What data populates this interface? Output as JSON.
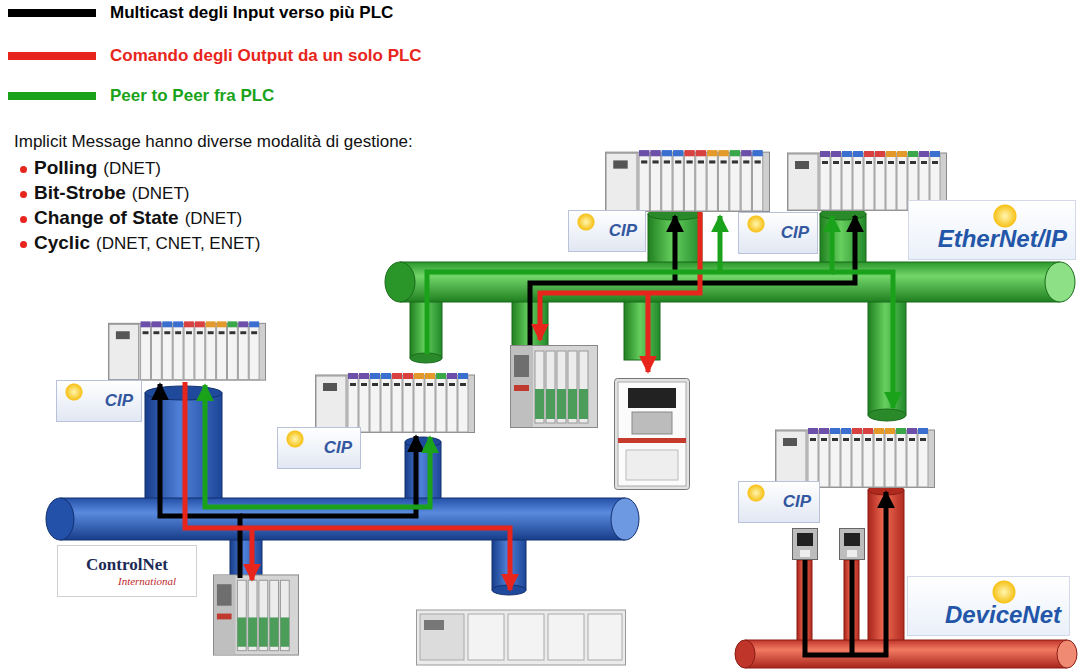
{
  "diagram": {
    "nodes": [
      {
        "text": [
          "CIP"
        ]
      },
      {
        "text": [
          "CIP"
        ]
      },
      {
        "text": [
          "EtherNet/IP"
        ]
      },
      {
        "text": [
          "CIP"
        ]
      },
      {
        "text": [
          "CIP"
        ]
      },
      {
        "text": [
          "CIP"
        ]
      },
      {
        "text": [
          "ControlNet",
          "International"
        ]
      },
      {
        "text": [
          "DeviceNet"
        ]
      }
    ],
    "labels": [
      "Implicit Message hanno diverse modalità di gestione:",
      "Polling",
      "(DNET)",
      "Bit-Strobe",
      "(DNET)",
      "Change of State",
      "(DNET)",
      "Cyclic",
      "(DNET, CNET, ENET)"
    ],
    "legend": [
      {
        "text": "Multicast degli Input verso più PLC"
      },
      {
        "text": "Comando degli Output da un solo PLC"
      },
      {
        "text": "Peer to Peer fra PLC"
      }
    ]
  }
}
